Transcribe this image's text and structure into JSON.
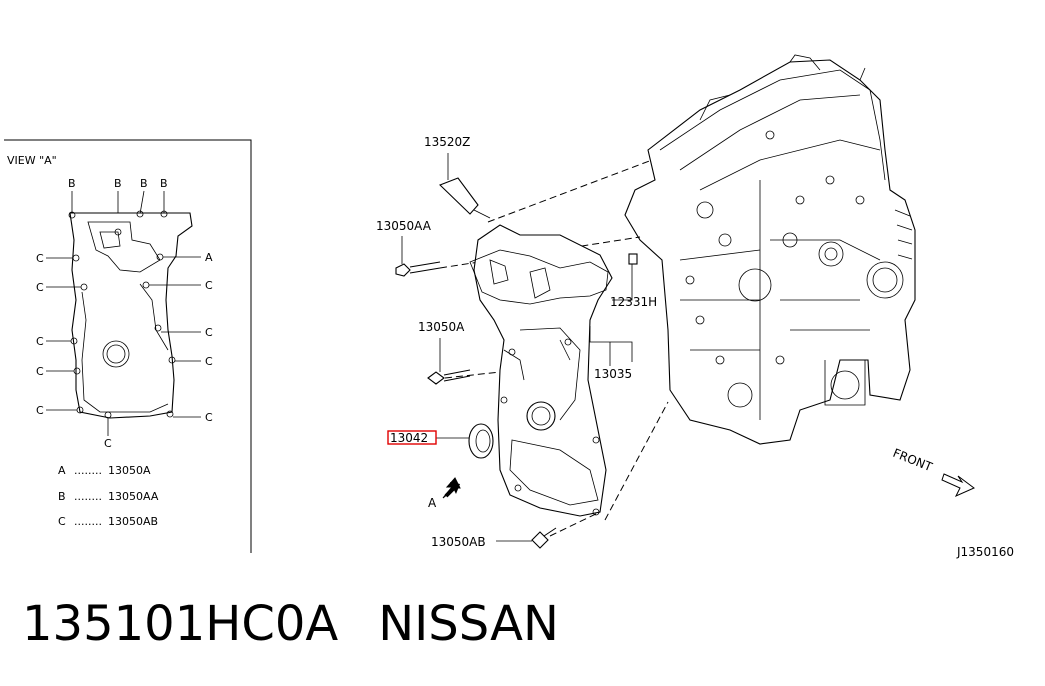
{
  "view_panel": {
    "title": "VIEW \"A\"",
    "top_labels": [
      "B",
      "B",
      "B",
      "B"
    ],
    "side_labels_left": [
      "C",
      "C",
      "C",
      "C",
      "C"
    ],
    "side_labels_right": [
      "A",
      "C",
      "C",
      "C",
      "C"
    ],
    "bottom_label": "C",
    "legend": [
      {
        "key": "A",
        "dots": "........",
        "part": "13050A"
      },
      {
        "key": "B",
        "dots": "........",
        "part": "13050AA"
      },
      {
        "key": "C",
        "dots": "........",
        "part": "13050AB"
      }
    ]
  },
  "callouts": {
    "p13520Z": "13520Z",
    "p13050AA": "13050AA",
    "p13050A": "13050A",
    "p13042": "13042",
    "p12331H": "12331H",
    "p13035": "13035",
    "p13050AB": "13050AB",
    "arrow_a": "A",
    "front": "FRONT"
  },
  "diagram_id": "J1350160",
  "caption": {
    "part_number": "135101HC0A",
    "brand": "NISSAN"
  },
  "highlight_color": "#e00000"
}
